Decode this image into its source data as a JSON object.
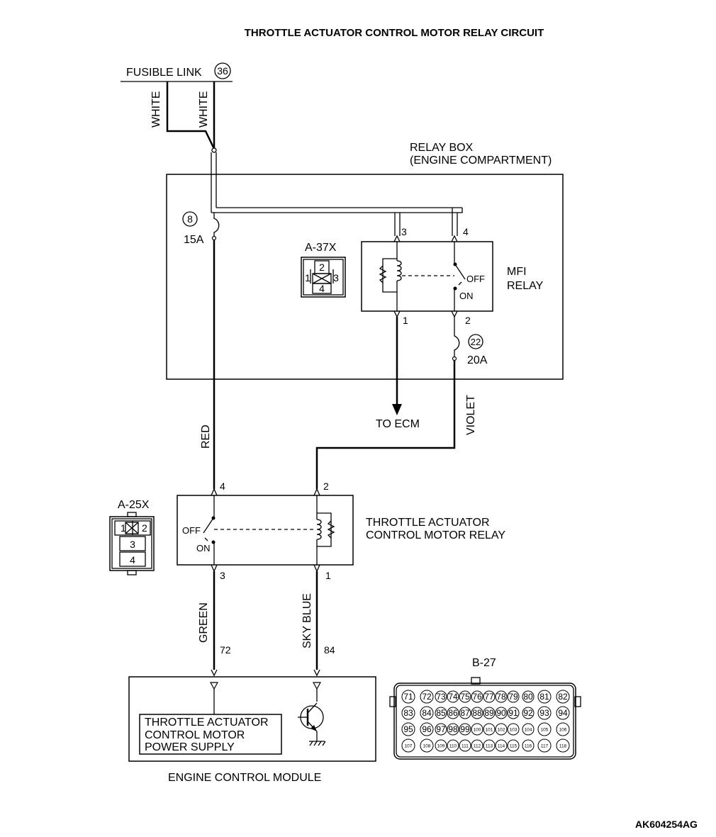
{
  "title": "THROTTLE ACTUATOR CONTROL MOTOR RELAY CIRCUIT",
  "fusible_link": {
    "label": "FUSIBLE LINK",
    "number": "36"
  },
  "wires": {
    "white_left": "WHITE",
    "white_right": "WHITE",
    "red": "RED",
    "violet": "VIOLET",
    "green": "GREEN",
    "sky_blue": "SKY BLUE"
  },
  "relay_box": {
    "label_line1": "RELAY BOX",
    "label_line2": "(ENGINE COMPARTMENT)",
    "fuse8": {
      "number": "8",
      "rating": "15A"
    },
    "fuse22": {
      "number": "22",
      "rating": "20A"
    },
    "connector_a37x": {
      "label": "A-37X",
      "pins": [
        "1",
        "2",
        "3",
        "4"
      ]
    }
  },
  "mfi_relay": {
    "label_line1": "MFI",
    "label_line2": "RELAY",
    "pins": {
      "p1": "1",
      "p2": "2",
      "p3": "3",
      "p4": "4"
    },
    "off": "OFF",
    "on": "ON"
  },
  "to_ecm": "TO ECM",
  "throttle_relay": {
    "label_line1": "THROTTLE ACTUATOR",
    "label_line2": "CONTROL MOTOR RELAY",
    "pins": {
      "p1": "1",
      "p2": "2",
      "p3": "3",
      "p4": "4"
    },
    "off": "OFF",
    "on": "ON"
  },
  "connector_a25x": {
    "label": "A-25X",
    "pins": [
      "1",
      "2",
      "3",
      "4"
    ]
  },
  "ecm": {
    "pin72": "72",
    "pin84": "84",
    "inner_line1": "THROTTLE ACTUATOR",
    "inner_line2": "CONTROL MOTOR",
    "inner_line3": "POWER SUPPLY",
    "label": "ENGINE CONTROL MODULE"
  },
  "connector_b27": {
    "label": "B-27",
    "row1": [
      "71",
      "72",
      "73",
      "74",
      "75",
      "76",
      "77",
      "78",
      "79",
      "80",
      "81",
      "82"
    ],
    "row2": [
      "83",
      "84",
      "85",
      "86",
      "87",
      "88",
      "89",
      "90",
      "91",
      "92",
      "93",
      "94"
    ],
    "row3": [
      "95",
      "96",
      "97",
      "98",
      "99",
      "100",
      "101",
      "102",
      "103",
      "104",
      "105",
      "106"
    ],
    "row4": [
      "107",
      "108",
      "109",
      "110",
      "111",
      "112",
      "113",
      "114",
      "115",
      "116",
      "117",
      "118"
    ]
  },
  "figure_code": "AK604254AG"
}
